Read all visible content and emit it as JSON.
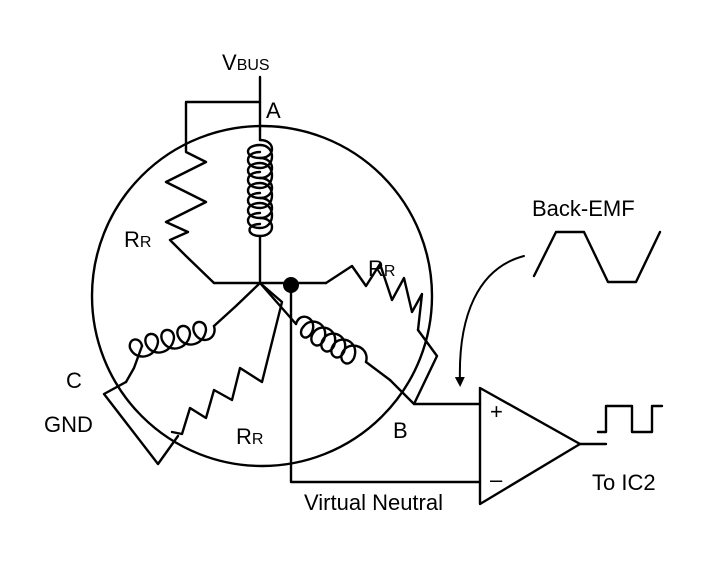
{
  "labels": {
    "vbus_main": "V",
    "vbus_sub": "BUS",
    "a": "A",
    "b": "B",
    "c": "C",
    "gnd": "GND",
    "rr_main": "R",
    "rr_sub": "R",
    "back_emf": "Back-EMF",
    "plus": "+",
    "minus": "–",
    "to_ic2": "To IC2",
    "virtual_neutral": "Virtual Neutral"
  },
  "colors": {
    "ink": "#000000",
    "background": "#ffffff"
  }
}
